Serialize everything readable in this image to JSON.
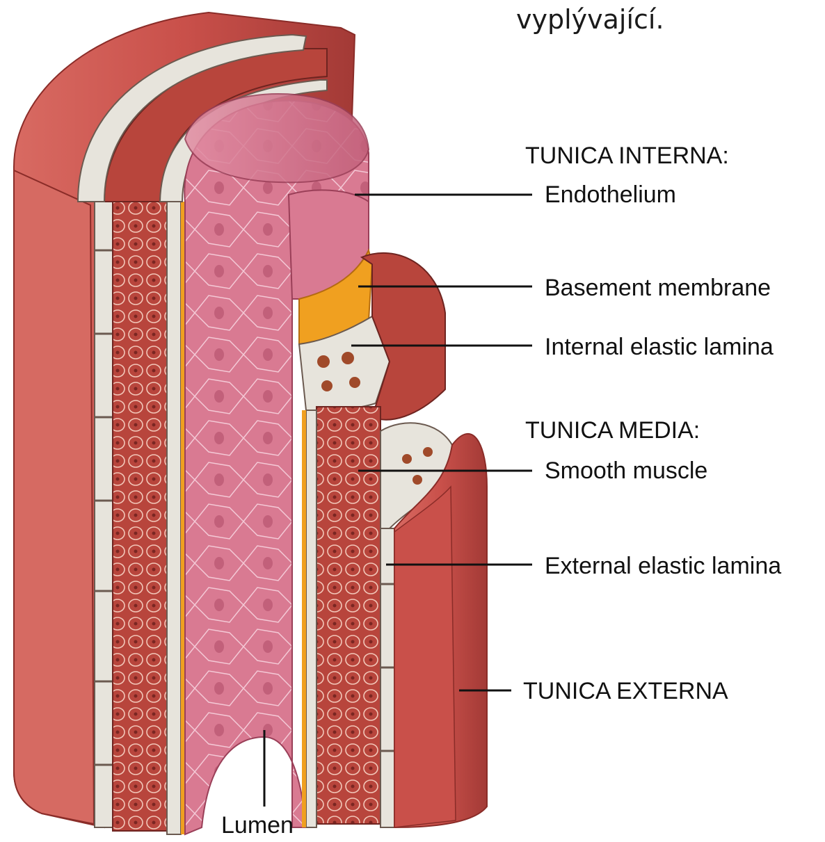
{
  "caption": "vyplývající.",
  "labels": {
    "tunica_interna": "TUNICA INTERNA:",
    "endothelium": "Endothelium",
    "basement_membrane": "Basement membrane",
    "internal_elastic_lamina": "Internal elastic lamina",
    "tunica_media": "TUNICA MEDIA:",
    "smooth_muscle": "Smooth muscle",
    "external_elastic_lamina": "External elastic lamina",
    "tunica_externa": "TUNICA EXTERNA",
    "lumen": "Lumen"
  },
  "colors": {
    "externa": "#c9504a",
    "externa_dark": "#a33a36",
    "media": "#b8453c",
    "media_cells": "#8e2f2a",
    "elastic": "#e7e4dc",
    "endothelium": "#d97a92",
    "endothelium_light": "#e8a3b6",
    "basement": "#f0a020",
    "leader": "#111111"
  }
}
